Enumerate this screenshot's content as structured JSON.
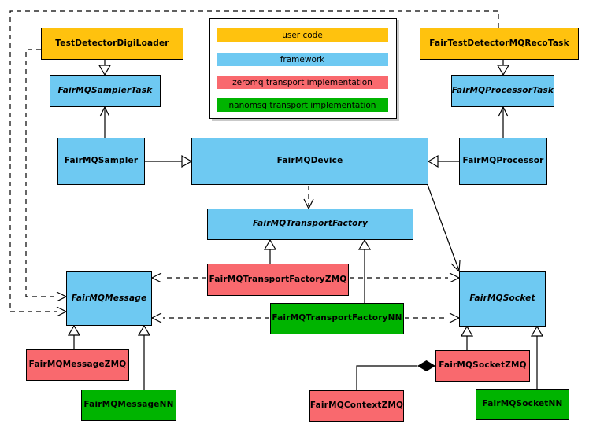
{
  "colors": {
    "user_code": "#FFC20E",
    "framework": "#6EC9F2",
    "zeromq_impl": "#F9696E",
    "nanomsg_impl": "#00B400",
    "line": "#000000",
    "legend_background": "#FFFFFF"
  },
  "legend": {
    "items": [
      {
        "label": "user code",
        "color": "#FFC20E"
      },
      {
        "label": "framework",
        "color": "#6EC9F2"
      },
      {
        "label": "zeromq transport implementation",
        "color": "#F9696E"
      },
      {
        "label": "nanomsg transport implementation",
        "color": "#00B400"
      }
    ]
  },
  "nodes": [
    {
      "id": "TestDetectorDigiLoader",
      "label": "TestDetectorDigiLoader",
      "color": "#FFC20E",
      "abstract": false
    },
    {
      "id": "FairTestDetectorMQRecoTask",
      "label": "FairTestDetectorMQRecoTask",
      "color": "#FFC20E",
      "abstract": false
    },
    {
      "id": "FairMQSamplerTask",
      "label": "FairMQSamplerTask",
      "color": "#6EC9F2",
      "abstract": true
    },
    {
      "id": "FairMQProcessorTask",
      "label": "FairMQProcessorTask",
      "color": "#6EC9F2",
      "abstract": true
    },
    {
      "id": "FairMQSampler",
      "label": "FairMQSampler",
      "color": "#6EC9F2",
      "abstract": false
    },
    {
      "id": "FairMQDevice",
      "label": "FairMQDevice",
      "color": "#6EC9F2",
      "abstract": false
    },
    {
      "id": "FairMQProcessor",
      "label": "FairMQProcessor",
      "color": "#6EC9F2",
      "abstract": false
    },
    {
      "id": "FairMQTransportFactory",
      "label": "FairMQTransportFactory",
      "color": "#6EC9F2",
      "abstract": true
    },
    {
      "id": "FairMQTransportFactoryZMQ",
      "label": "FairMQTransportFactoryZMQ",
      "color": "#F9696E",
      "abstract": false
    },
    {
      "id": "FairMQTransportFactoryNN",
      "label": "FairMQTransportFactoryNN",
      "color": "#00B400",
      "abstract": false
    },
    {
      "id": "FairMQMessage",
      "label": "FairMQMessage",
      "color": "#6EC9F2",
      "abstract": true
    },
    {
      "id": "FairMQSocket",
      "label": "FairMQSocket",
      "color": "#6EC9F2",
      "abstract": true
    },
    {
      "id": "FairMQMessageZMQ",
      "label": "FairMQMessageZMQ",
      "color": "#F9696E",
      "abstract": false
    },
    {
      "id": "FairMQMessageNN",
      "label": "FairMQMessageNN",
      "color": "#00B400",
      "abstract": false
    },
    {
      "id": "FairMQSocketZMQ",
      "label": "FairMQSocketZMQ",
      "color": "#F9696E",
      "abstract": false
    },
    {
      "id": "FairMQSocketNN",
      "label": "FairMQSocketNN",
      "color": "#00B400",
      "abstract": false
    },
    {
      "id": "FairMQContextZMQ",
      "label": "FairMQContextZMQ",
      "color": "#F9696E",
      "abstract": false
    }
  ],
  "edges": [
    {
      "from": "TestDetectorDigiLoader",
      "to": "FairMQSamplerTask",
      "type": "inheritance"
    },
    {
      "from": "FairTestDetectorMQRecoTask",
      "to": "FairMQProcessorTask",
      "type": "inheritance"
    },
    {
      "from": "FairMQSampler",
      "to": "FairMQDevice",
      "type": "inheritance"
    },
    {
      "from": "FairMQProcessor",
      "to": "FairMQDevice",
      "type": "inheritance"
    },
    {
      "from": "FairMQTransportFactoryZMQ",
      "to": "FairMQTransportFactory",
      "type": "inheritance"
    },
    {
      "from": "FairMQTransportFactoryNN",
      "to": "FairMQTransportFactory",
      "type": "inheritance"
    },
    {
      "from": "FairMQMessageZMQ",
      "to": "FairMQMessage",
      "type": "inheritance"
    },
    {
      "from": "FairMQMessageNN",
      "to": "FairMQMessage",
      "type": "inheritance"
    },
    {
      "from": "FairMQSocketZMQ",
      "to": "FairMQSocket",
      "type": "inheritance"
    },
    {
      "from": "FairMQSocketNN",
      "to": "FairMQSocket",
      "type": "inheritance"
    },
    {
      "from": "FairMQSampler",
      "to": "FairMQSamplerTask",
      "type": "association"
    },
    {
      "from": "FairMQProcessor",
      "to": "FairMQProcessorTask",
      "type": "association"
    },
    {
      "from": "FairMQDevice",
      "to": "FairMQSocket",
      "type": "association"
    },
    {
      "from": "FairMQDevice",
      "to": "FairMQTransportFactory",
      "type": "dependency"
    },
    {
      "from": "FairMQTransportFactoryZMQ",
      "to": "FairMQMessage",
      "type": "dependency"
    },
    {
      "from": "FairMQTransportFactoryZMQ",
      "to": "FairMQSocket",
      "type": "dependency"
    },
    {
      "from": "FairMQTransportFactoryNN",
      "to": "FairMQMessage",
      "type": "dependency"
    },
    {
      "from": "FairMQTransportFactoryNN",
      "to": "FairMQSocket",
      "type": "dependency"
    },
    {
      "from": "TestDetectorDigiLoader",
      "to": "FairMQMessage",
      "type": "dependency"
    },
    {
      "from": "FairTestDetectorMQRecoTask",
      "to": "FairMQMessage",
      "type": "dependency"
    },
    {
      "from": "FairMQContextZMQ",
      "to": "FairMQSocketZMQ",
      "type": "composition"
    }
  ]
}
